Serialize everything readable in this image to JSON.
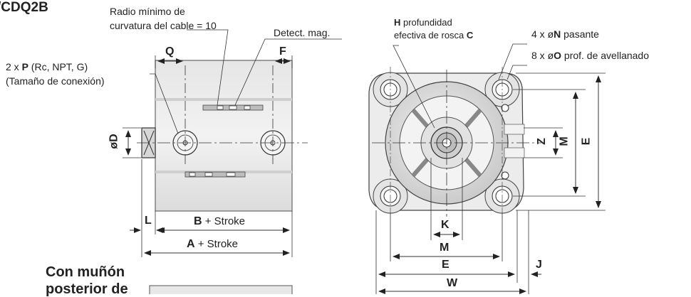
{
  "header": {
    "model_fragment": "/CDQ2B"
  },
  "callouts": {
    "bend_radius_line1": "Radio mínimo de",
    "bend_radius_line2": "curvatura del cable = 10",
    "auto_switch": "Detect. mag.",
    "port_prefix": "2 x ",
    "port_letter": "P",
    "port_suffix": " (Rc, NPT, G)",
    "port_size": "(Tamaño de conexión)",
    "thread_H": "H",
    "thread_text1": " profundidad",
    "thread_text2": "efectiva de rosca ",
    "thread_C": "C",
    "thru_prefix": "4 x ø",
    "thru_letter": "N",
    "thru_suffix": " pasante",
    "cb_prefix": "8 x ø",
    "cb_letter": "O",
    "cb_suffix": " prof. de avellanado"
  },
  "dimensions": {
    "Q": "Q",
    "F": "F",
    "D": "øD",
    "L": "L",
    "B": "B",
    "B_suffix": " + Stroke",
    "A": "A",
    "A_suffix": " + Stroke",
    "Z": "Z",
    "M_side": "M",
    "E_side": "E",
    "K": "K",
    "M": "M",
    "E": "E",
    "J": "J",
    "W": "W"
  },
  "footer": {
    "line1": "Con muñón",
    "line2": "posterior de"
  }
}
